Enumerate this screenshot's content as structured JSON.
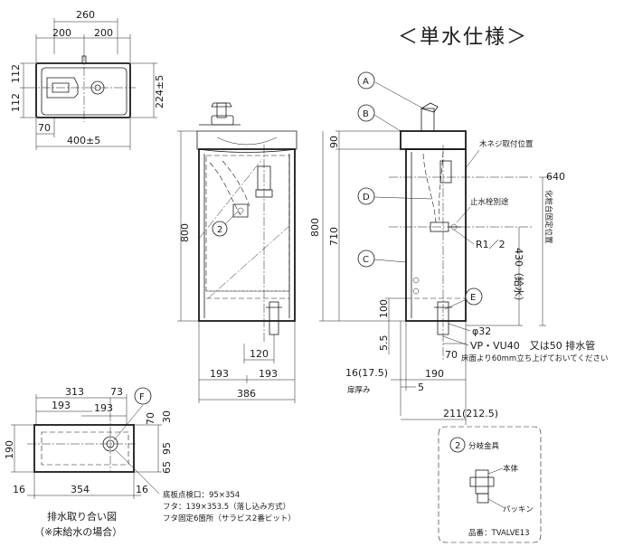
{
  "title": "＜単水仕様＞",
  "top_view": {
    "dims": {
      "overall": "260",
      "left": "200",
      "right": "200",
      "h1": "112",
      "h2": "112",
      "depth": "224±5",
      "offset": "70",
      "width": "400±5"
    }
  },
  "front_view": {
    "dims": {
      "height": "800",
      "left": "193",
      "right": "193",
      "overall": "386",
      "drain": "120"
    },
    "callouts": {
      "c2": "2"
    }
  },
  "side_view": {
    "dims": {
      "top": "90",
      "height": "800",
      "mid": "710",
      "base": "100",
      "plinth": "5.5",
      "door": "16(17.5)",
      "door2": "5",
      "depth1": "190",
      "depth2": "211(212.5)",
      "drain_off": "70",
      "supply_h": "430（給水）",
      "wood_h": "640"
    },
    "callouts": {
      "a": "A",
      "b": "B",
      "c": "C",
      "d": "D",
      "e": "E"
    },
    "labels": {
      "wood": "木ネジ取付位置",
      "valve": "止水栓別途",
      "r12": "R1／2",
      "dia": "φ32",
      "vp": "VP・VU40　又は50 排水管",
      "floor": "床面より60mm立ち上げておいてください",
      "door_thk": "扉厚み",
      "fix_pos": "化粧台固定位置"
    }
  },
  "bottom_view": {
    "dims": {
      "w313": "313",
      "w73": "73",
      "w193a": "193",
      "w193b": "193",
      "h70": "70",
      "h30": "30",
      "h95": "95",
      "h65": "65",
      "h190": "190",
      "l16": "16",
      "w354": "354",
      "r16": "16"
    },
    "callouts": {
      "f": "F"
    },
    "notes": [
      "底板点検口：95×354",
      "フタ：139×353.5（落し込み方式）",
      "フタ固定6箇所（サラビス2番ビット）"
    ],
    "caption1": "排水取り合い図",
    "caption2": "（※床給水の場合）"
  },
  "detail": {
    "num": "2",
    "title": "分岐金具",
    "body_label": "本体",
    "packing_label": "パッキン",
    "part_no": "品番：TVALVE13"
  }
}
